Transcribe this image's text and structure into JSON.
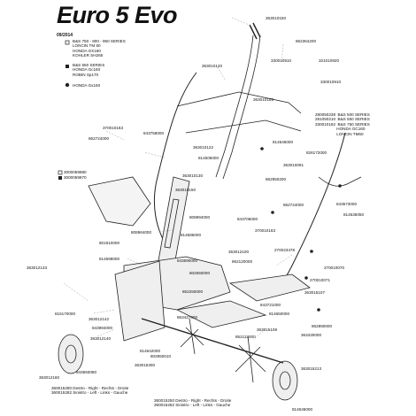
{
  "header": {
    "title": "Euro 5 Evo",
    "date": "09/2014"
  },
  "legends": {
    "engines_top": "B&S 750 - 800 - 950 SERIES\nLONCIN TM 60\nHONDA GX160\nKOHLER SH265",
    "engines_square": "B&S 550 SERIES\nHONDA Gc160\nROBIN Sp170",
    "engine_dot": "HONDA Gx160",
    "code_grey": "3000059980",
    "code_black": "3000059970",
    "right_series": "280050238  B&S 500 SERIES\n281050210  B&S 550 SERIES\n330010182  B&S 750 SERIES\n                   HONDA GC160\n                   LONCIN TM60",
    "lower_left": "360015280 Destro - Right - Rechts - Droite\n360015282 Sinistro - Left - Links - Gauche",
    "lower_right": "360015250 Destro - Right - Rechts - Droite\n360015282 Sinistro - Left - Links - Gauche"
  },
  "labels": {
    "l01": "363010150",
    "l02": "862364200",
    "l03": "330010910",
    "l04": "321010920",
    "l05": "363010120",
    "l06": "330010910",
    "l07": "363010155",
    "l08": "370010163",
    "l09": "862724000",
    "l10": "843758000",
    "l11": "363010122",
    "l12": "814546000",
    "l13": "814505000",
    "l14": "826172000",
    "l15": "363010091",
    "l16": "363010130",
    "l17": "862950200",
    "l18": "843573000",
    "l19": "814535050",
    "l20": "363010150",
    "l21": "843706000",
    "l22": "862724000",
    "l23": "370010163",
    "l24": "808994000",
    "l25": "808964000",
    "l26": "814686000",
    "l27": "801910000",
    "l28": "814599000",
    "l29": "843690000",
    "l30": "363012100",
    "l31": "270023478",
    "l32": "270010070",
    "l33": "862120000",
    "l34": "270010071",
    "l35": "363012133",
    "l36": "802550000",
    "l37": "852250000",
    "l38": "363015107",
    "l39": "815170000",
    "l40": "363012142",
    "l41": "843994000",
    "l42": "863427000",
    "l43": "843721000",
    "l44": "814650000",
    "l45": "862890000",
    "l46": "363015108",
    "l47": "852113000",
    "l48": "363430000",
    "l49": "363012140",
    "l50": "814642000",
    "l51": "363015300",
    "l52": "802950010",
    "l53": "843693080",
    "l54": "363012160",
    "l55": "363015213",
    "l56": "814645000"
  },
  "colors": {
    "line": "#222222",
    "part_fill": "#efefef",
    "dark_fill": "#333333"
  }
}
